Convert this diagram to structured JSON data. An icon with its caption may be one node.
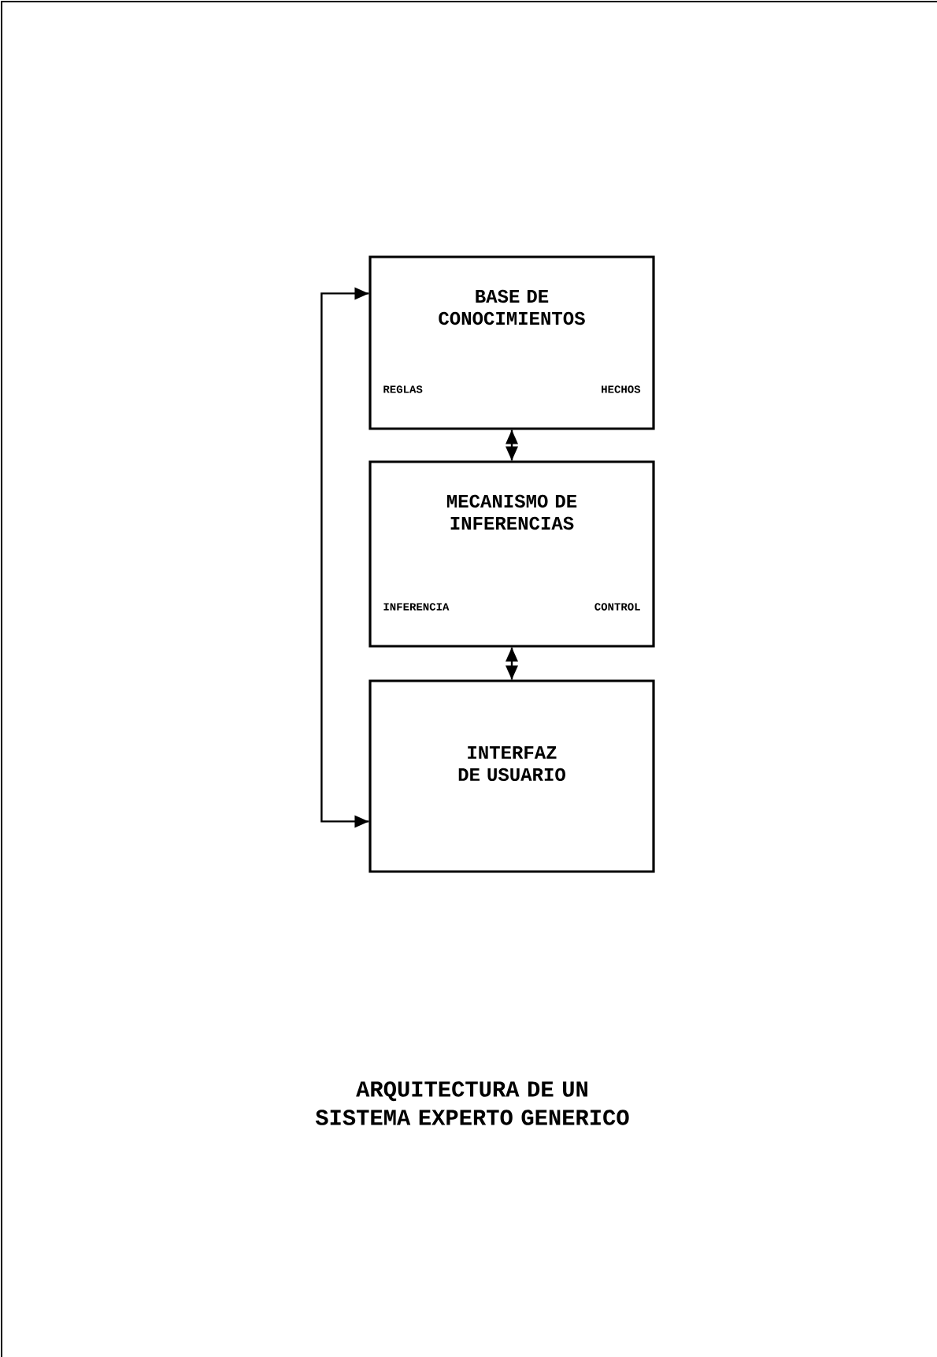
{
  "diagram": {
    "caption": "ARQUITECTURA DE UN SISTEMA EXPERTO GENERICO",
    "nodes": [
      {
        "text": [
          "BASE DE CONOCIMIENTOS",
          "REGLAS",
          "HECHOS"
        ]
      },
      {
        "text": [
          "MECANISMO DE INFERENCIAS",
          "INFERENCIA",
          "CONTROL"
        ]
      },
      {
        "text": [
          "INTERFAZ DE USUARIO"
        ]
      }
    ],
    "edges": [
      {
        "from": 0,
        "to": 1,
        "arrow": "both"
      },
      {
        "from": 1,
        "to": 2,
        "arrow": "both"
      },
      {
        "from": 0,
        "to": 2,
        "arrow": "both"
      }
    ]
  }
}
